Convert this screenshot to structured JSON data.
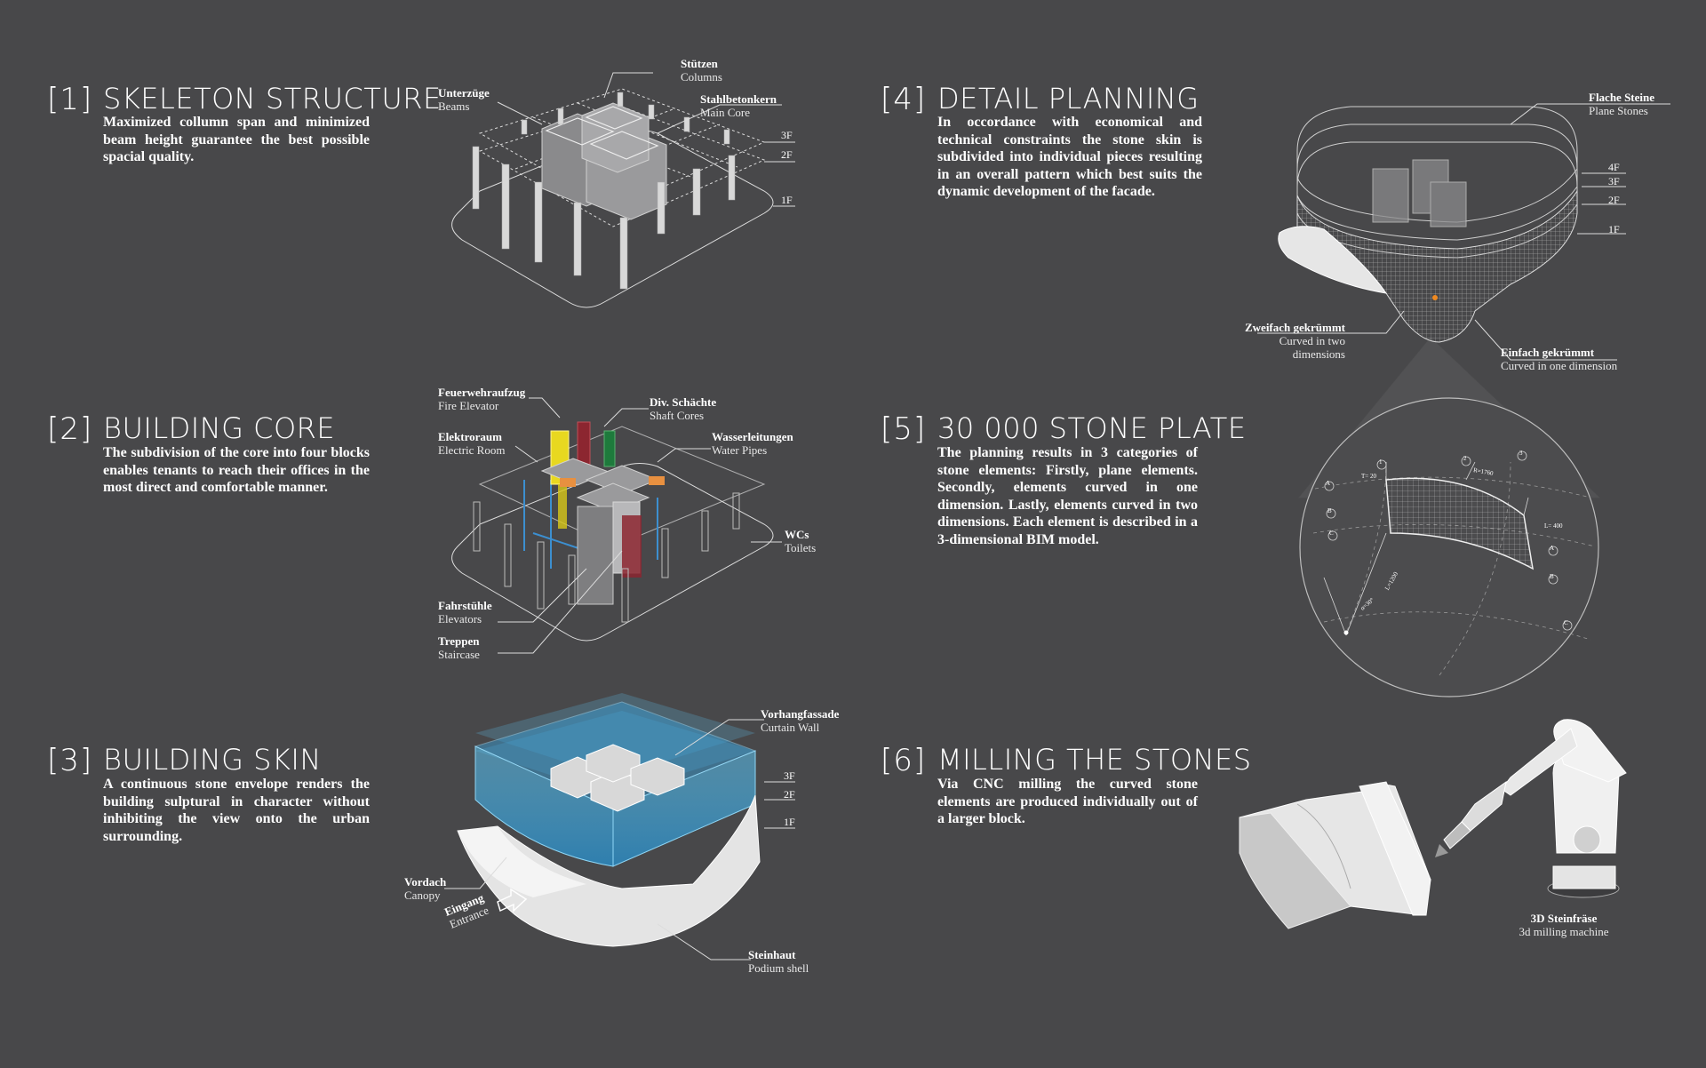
{
  "sections": [
    {
      "num": "[1]",
      "title": "SKELETON STRUCTURE",
      "desc": "Maximized collumn span and minimized beam height guarantee the best possible spacial quality."
    },
    {
      "num": "[2]",
      "title": "BUILDING CORE",
      "desc": "The subdivision of the core into four blocks enables tenants to reach their offices in the most direct and comfortable manner."
    },
    {
      "num": "[3]",
      "title": "BUILDING SKIN",
      "desc": "A continuous stone envelope renders the building sulptural in character without inhibiting the view onto the urban surrounding."
    },
    {
      "num": "[4]",
      "title": "DETAIL PLANNING",
      "desc": "In occordance with economical and technical constraints the stone skin is subdivided into individual pieces resulting in an overall pattern which best suits the dynamic development of the facade."
    },
    {
      "num": "[5]",
      "title": "30 000 STONE PLATE",
      "desc": "The planning results in 3 categories of stone elements: Firstly, plane elements. Secondly, elements curved in one dimension. Lastly, elements curved in two dimensions. Each element is described in a 3-dimensional BIM model."
    },
    {
      "num": "[6]",
      "title": "MILLING THE STONES",
      "desc": "Via CNC milling the curved stone elements are produced individually out of a larger block."
    }
  ],
  "skeleton_labels": {
    "stuetzen": {
      "de": "Stützen",
      "en": "Columns"
    },
    "unterzuege": {
      "de": "Unterzüge",
      "en": "Beams"
    },
    "stahlbetonkern": {
      "de": "Stahlbetonkern",
      "en": "Main Core"
    },
    "f3": "3F",
    "f2": "2F",
    "f1": "1F"
  },
  "core_labels": {
    "feuerwehraufzug": {
      "de": "Feuerwehraufzug",
      "en": "Fire Elevator"
    },
    "schaechte": {
      "de": "Div. Schächte",
      "en": "Shaft Cores"
    },
    "elektroraum": {
      "de": "Elektroraum",
      "en": "Electric Room"
    },
    "wasserleitungen": {
      "de": "Wasserleitungen",
      "en": "Water Pipes"
    },
    "wcs": {
      "de": "WCs",
      "en": "Toilets"
    },
    "fahrstuehle": {
      "de": "Fahrstühle",
      "en": "Elevators"
    },
    "treppen": {
      "de": "Treppen",
      "en": "Staircase"
    }
  },
  "skin_labels": {
    "vorhang": {
      "de": "Vorhangfassade",
      "en": "Curtain Wall"
    },
    "vordach": {
      "de": "Vordach",
      "en": "Canopy"
    },
    "eingang": {
      "de": "Eingang",
      "en": "Entrance"
    },
    "steinhaut": {
      "de": "Steinhaut",
      "en": "Podium shell"
    },
    "f3": "3F",
    "f2": "2F",
    "f1": "1F"
  },
  "detail_labels": {
    "flache": {
      "de": "Flache Steine",
      "en": "Plane Stones"
    },
    "zweifach": {
      "de": "Zweifach gekrümmt",
      "en1": "Curved in two",
      "en2": "dimensions"
    },
    "einfach": {
      "de": "Einfach gekrümmt",
      "en": "Curved in one dimension"
    },
    "f4": "4F",
    "f3": "3F",
    "f2": "2F",
    "f1": "1F"
  },
  "stone_plate_labels": {
    "t": "T= 20",
    "r": "R=1760",
    "l1": "L=1200",
    "l2": "L= 400",
    "ang": "α=30°",
    "p1": "1",
    "p2": "2",
    "p3": "3",
    "a": "A",
    "b": "B",
    "c": "C"
  },
  "milling_labels": {
    "de": "3D Steinfräse",
    "en": "3d milling machine"
  },
  "colors": {
    "background": "#48484a",
    "line": "#dcdcdc",
    "glass": "#4fb3e0",
    "fire": "#f0e020",
    "shaft": "#a02830",
    "core": "#a8a8a8"
  }
}
